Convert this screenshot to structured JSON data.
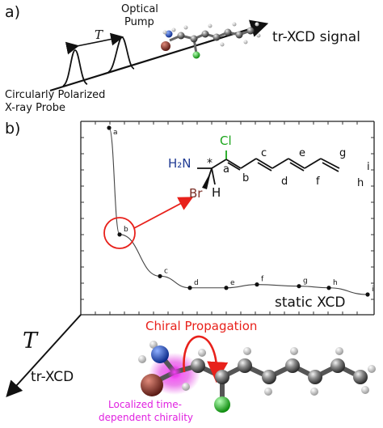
{
  "panel_a": {
    "label": "a)",
    "period_label": "T",
    "pump_label_line1": "Optical",
    "pump_label_line2": "Pump",
    "signal_label": "tr-XCD signal",
    "probe_label_line1": "Circularly Polarized",
    "probe_label_line2": "X-ray Probe"
  },
  "panel_b": {
    "label": "b)",
    "static_label": "static XCD",
    "time_axis_label": "T",
    "trxcd_axis_label": "tr-XCD",
    "propagation_label": "Chiral Propagation",
    "localized_line1": "Localized time-",
    "localized_line2": "dependent chirality"
  },
  "molecule": {
    "nh2": "H₂N",
    "star": "*",
    "cl": "Cl",
    "br": "Br",
    "h": "H",
    "atoms": [
      "a",
      "b",
      "c",
      "d",
      "e",
      "f",
      "g",
      "h",
      "i"
    ]
  },
  "chart_data": {
    "type": "line",
    "categories": [
      "a",
      "b",
      "c",
      "d",
      "e",
      "f",
      "g",
      "h",
      "i"
    ],
    "values": [
      1.0,
      0.36,
      0.11,
      0.04,
      0.04,
      0.06,
      0.05,
      0.04,
      0.0
    ],
    "highlight": "b",
    "ylim": [
      0,
      1
    ]
  },
  "colors": {
    "red": "#e8211b",
    "green": "#1aa51a",
    "navy": "#1f3a93",
    "brown": "#7b2f26",
    "magenta": "#e020e0"
  }
}
